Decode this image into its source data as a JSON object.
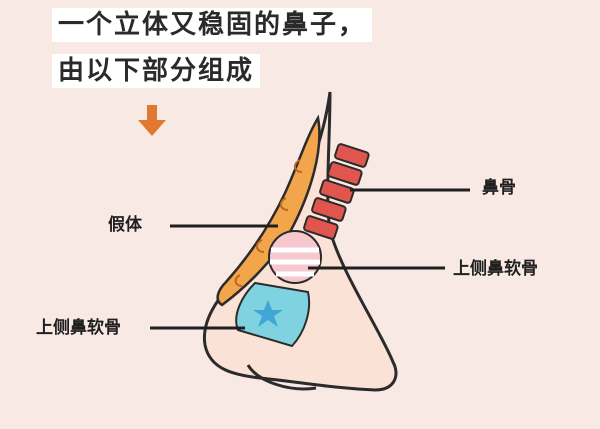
{
  "title": {
    "line1": "一个立体又稳固的鼻子，",
    "line2": "由以下部分组成"
  },
  "labels": {
    "prosthesis": "假体",
    "nasal_bone": "鼻骨",
    "upper_lateral_cartilage_right": "上侧鼻软骨",
    "upper_lateral_cartilage_left": "上侧鼻软骨"
  },
  "colors": {
    "background": "#f9e9e5",
    "skin": "#fbe2d7",
    "outline": "#2b2b2b",
    "prosthesis": "#f2a54a",
    "nasal_bone": "#e0564f",
    "cartilage": "#7fd3e0",
    "star": "#3fa6d6",
    "arrow": "#e0792f"
  }
}
